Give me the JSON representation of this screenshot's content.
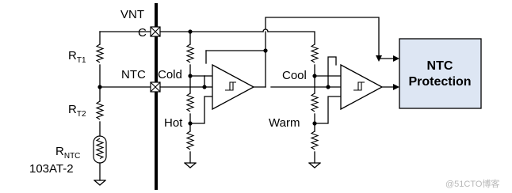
{
  "labels": {
    "vnt": "VNT",
    "c_pin": "C",
    "ntc_pin": "NTC",
    "cold": "Cold",
    "hot": "Hot",
    "cool": "Cool",
    "warm": "Warm",
    "rt1_main": "R",
    "rt1_sub": "T1",
    "rt2_main": "R",
    "rt2_sub": "T2",
    "rntc_main": "R",
    "rntc_sub": "NTC",
    "ntc_part": "103AT-2",
    "protection_line1": "NTC",
    "protection_line2": "Protection",
    "watermark": "@51CTO博客"
  },
  "colors": {
    "cold": "#1a1acc",
    "hot": "#e01010",
    "cool": "#138a8a",
    "warm": "#9a4f1e",
    "protection_fill": "#dde6f3",
    "protection_stroke": "#000000"
  }
}
